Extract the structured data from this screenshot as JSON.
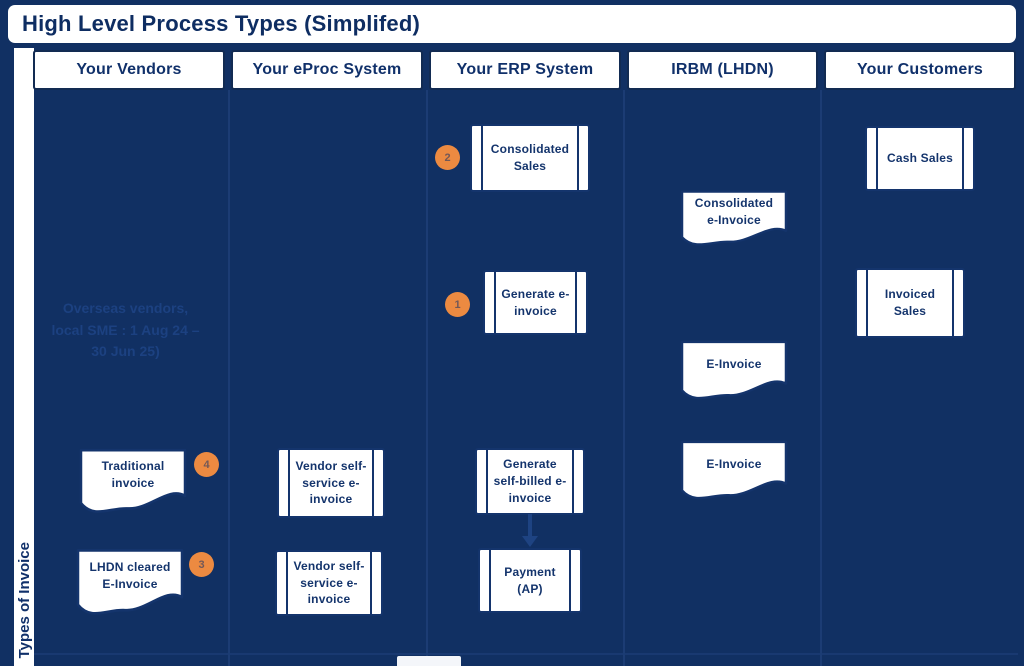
{
  "title": "High Level Process Types (Simplifed)",
  "side_label": "Types of Invoice",
  "lanes": [
    {
      "label": "Your Vendors"
    },
    {
      "label": "Your eProc System"
    },
    {
      "label": "Your ERP System"
    },
    {
      "label": "IRBM (LHDN)"
    },
    {
      "label": "Your Customers"
    }
  ],
  "note": {
    "text": "Overseas vendors, local SME : 1 Aug 24 – 30 Jun 25)"
  },
  "shapes": {
    "consolidated_sales": {
      "label": "Consolidated Sales",
      "type": "subroutine",
      "lane": "Your ERP System"
    },
    "generate_e_invoice": {
      "label": "Generate e-invoice",
      "type": "subroutine",
      "lane": "Your ERP System"
    },
    "generate_self_billed": {
      "label": "Generate self-billed e-invoice",
      "type": "subroutine",
      "lane": "Your ERP System"
    },
    "payment_ap": {
      "label": "Payment (AP)",
      "type": "subroutine",
      "lane": "Your ERP System"
    },
    "vendor_self_service_1": {
      "label": "Vendor self-service e-invoice",
      "type": "subroutine",
      "lane": "Your eProc System"
    },
    "vendor_self_service_2": {
      "label": "Vendor self-service e-invoice",
      "type": "subroutine",
      "lane": "Your eProc System"
    },
    "traditional_invoice": {
      "label": "Traditional invoice",
      "type": "document",
      "lane": "Your Vendors"
    },
    "lhdn_cleared_e_invoice": {
      "label": "LHDN cleared E-Invoice",
      "type": "document",
      "lane": "Your Vendors"
    },
    "consolidated_e_invoice": {
      "label": "Consolidated e-Invoice",
      "type": "document",
      "lane": "IRBM (LHDN)"
    },
    "e_invoice_irbm_1": {
      "label": "E-Invoice",
      "type": "document",
      "lane": "IRBM (LHDN)"
    },
    "e_invoice_irbm_2": {
      "label": "E-Invoice",
      "type": "document",
      "lane": "IRBM (LHDN)"
    },
    "cash_sales": {
      "label": "Cash Sales",
      "type": "subroutine",
      "lane": "Your Customers"
    },
    "invoiced_sales": {
      "label": "Invoiced Sales",
      "type": "subroutine",
      "lane": "Your Customers"
    }
  },
  "badges": {
    "generate_e_invoice": {
      "number": "1"
    },
    "consolidated_sales": {
      "number": "2"
    },
    "lhdn_cleared_e_invoice": {
      "number": "3"
    },
    "traditional_invoice": {
      "number": "4"
    }
  },
  "colors": {
    "background": "#113063",
    "shape_fill": "#ffffff",
    "ink": "#14346c",
    "badge_orange": "#ec8a41"
  }
}
